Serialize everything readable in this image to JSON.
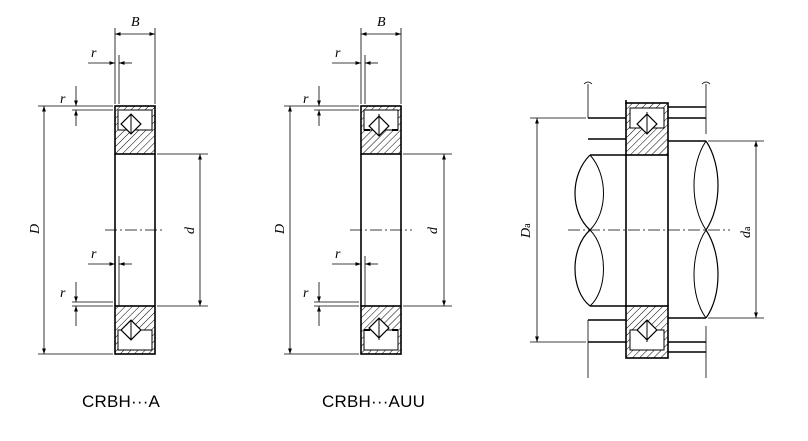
{
  "colors": {
    "stroke": "#000000",
    "background": "#ffffff",
    "hatch": "#000000"
  },
  "figures": [
    {
      "id": "crbh-a",
      "caption": "CRBH···A",
      "labels": {
        "width": "B",
        "chamfer": "r",
        "outer_diameter": "D",
        "inner_diameter": "d"
      }
    },
    {
      "id": "crbh-auu",
      "caption": "CRBH···AUU",
      "labels": {
        "width": "B",
        "chamfer": "r",
        "outer_diameter": "D",
        "inner_diameter": "d"
      }
    },
    {
      "id": "mounting",
      "labels": {
        "housing_diameter": "D",
        "housing_diameter_sub": "a",
        "shaft_diameter": "d",
        "shaft_diameter_sub": "a"
      }
    }
  ]
}
